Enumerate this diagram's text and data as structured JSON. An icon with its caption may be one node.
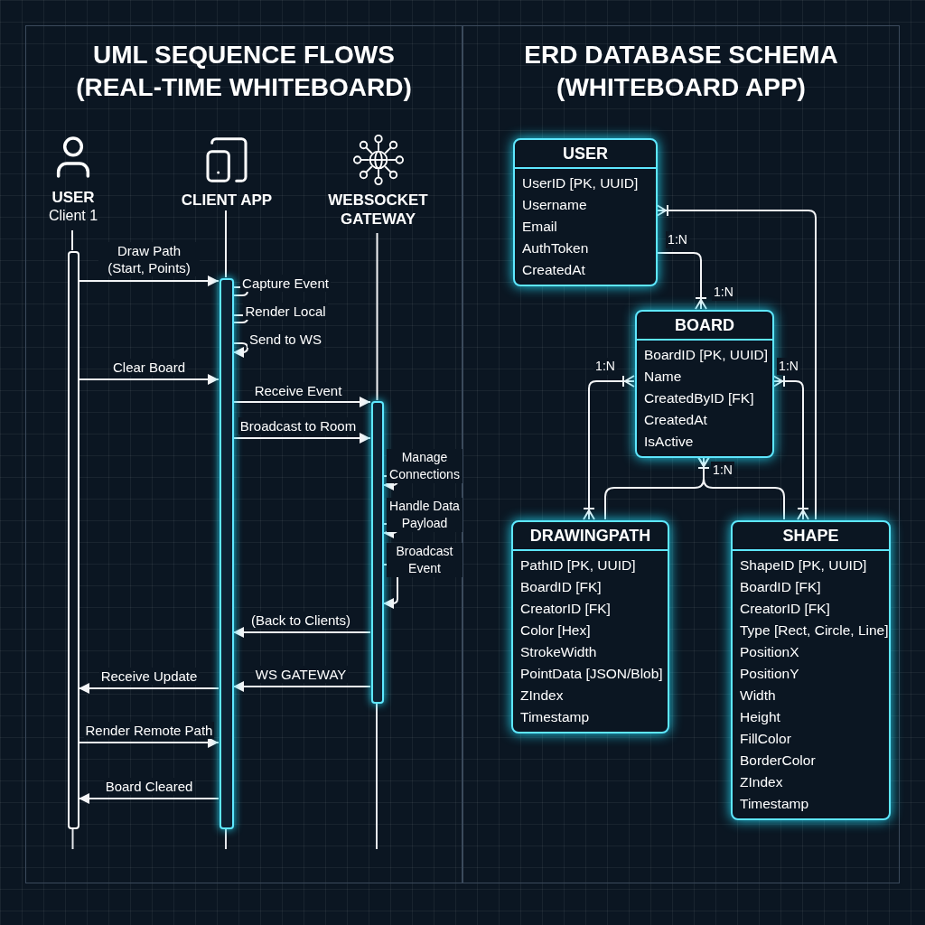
{
  "diagram": {
    "nodes": [
      {
        "text": [
          "UML SEQUENCE FLOWS (REAL-TIME WHITEBOARD)"
        ]
      },
      {
        "text": [
          "USER",
          "Client 1"
        ],
        "in": 0
      },
      {
        "text": [
          "CLIENT APP"
        ],
        "in": 0
      },
      {
        "text": [
          "WEBSOCKET GATEWAY"
        ],
        "in": 0
      },
      {
        "text": [],
        "shape": "bar",
        "in": 0
      },
      {
        "text": [],
        "shape": "bar",
        "in": 0
      },
      {
        "text": [],
        "shape": "bar",
        "in": 0
      },
      {
        "text": [
          "ERD DATABASE SCHEMA (WHITEBOARD APP)"
        ]
      },
      {
        "text": [
          "USER",
          "UserID [PK, UUID]",
          "Username",
          "Email",
          "AuthToken",
          "CreatedAt"
        ],
        "in": 7
      },
      {
        "text": [
          "BOARD",
          "BoardID [PK, UUID]",
          "Name",
          "CreatedByID [FK]",
          "CreatedAt",
          "IsActive"
        ],
        "in": 7
      },
      {
        "text": [
          "DRAWINGPATH",
          "PathID [PK, UUID]",
          "BoardID [FK]",
          "CreatorID [FK]",
          "Color [Hex]",
          "StrokeWidth",
          "PointData [JSON/Blob]",
          "ZIndex",
          "Timestamp"
        ],
        "in": 7
      },
      {
        "text": [
          "SHAPE",
          "ShapeID [PK, UUID]",
          "BoardID [FK]",
          "CreatorID [FK]",
          "Type [Rect, Circle, Line]",
          "PositionX",
          "PositionY",
          "Width",
          "Height",
          "FillColor",
          "BorderColor",
          "ZIndex",
          "Timestamp"
        ],
        "in": 7
      }
    ],
    "edges": [
      {
        "from": 1,
        "to": 4,
        "arrow": "none"
      },
      {
        "from": 2,
        "to": 5,
        "arrow": "none"
      },
      {
        "from": 3,
        "to": 6,
        "arrow": "none"
      },
      {
        "from": 4,
        "to": 5,
        "arrow": "to",
        "label": "Draw Path (Start, Points)"
      },
      {
        "from": 5,
        "to": 5,
        "arrow": "none",
        "label": "Capture Event"
      },
      {
        "from": 5,
        "to": 5,
        "arrow": "none",
        "label": "Render Local"
      },
      {
        "from": 5,
        "to": 5,
        "arrow": "to",
        "label": "Send to WS"
      },
      {
        "from": 4,
        "to": 5,
        "arrow": "to",
        "label": "Clear Board"
      },
      {
        "from": 5,
        "to": 6,
        "arrow": "to",
        "label": "Receive Event"
      },
      {
        "from": 5,
        "to": 6,
        "arrow": "to",
        "label": "Broadcast to Room"
      },
      {
        "from": 6,
        "to": 6,
        "arrow": "to",
        "label": "Manage Connections"
      },
      {
        "from": 6,
        "to": 6,
        "arrow": "to",
        "label": "Handle Data Payload"
      },
      {
        "from": 6,
        "to": 6,
        "arrow": "to",
        "label": "Broadcast Event"
      },
      {
        "from": 6,
        "to": 5,
        "arrow": "to",
        "label": "(Back to Clients)"
      },
      {
        "from": 6,
        "to": 5,
        "arrow": "to",
        "label": "WS GATEWAY"
      },
      {
        "from": 5,
        "to": 4,
        "arrow": "to",
        "label": "Receive Update"
      },
      {
        "from": 4,
        "to": 5,
        "arrow": "to",
        "label": "Render Remote Path"
      },
      {
        "from": 5,
        "to": 4,
        "arrow": "to",
        "label": "Board Cleared"
      },
      {
        "from": 8,
        "to": 9,
        "arrow": "other",
        "label": "1:N"
      },
      {
        "from": 11,
        "to": 8,
        "arrow": "other"
      },
      {
        "from": 9,
        "to": 10,
        "arrow": "other",
        "label": "1:N"
      },
      {
        "from": 9,
        "to": 11,
        "arrow": "other",
        "label": "1:N"
      },
      {
        "from": 9,
        "to": 10,
        "arrow": "other",
        "label": "1:N"
      },
      {
        "from": 9,
        "to": 11,
        "arrow": "other"
      }
    ],
    "labels": [
      "1:N"
    ]
  }
}
